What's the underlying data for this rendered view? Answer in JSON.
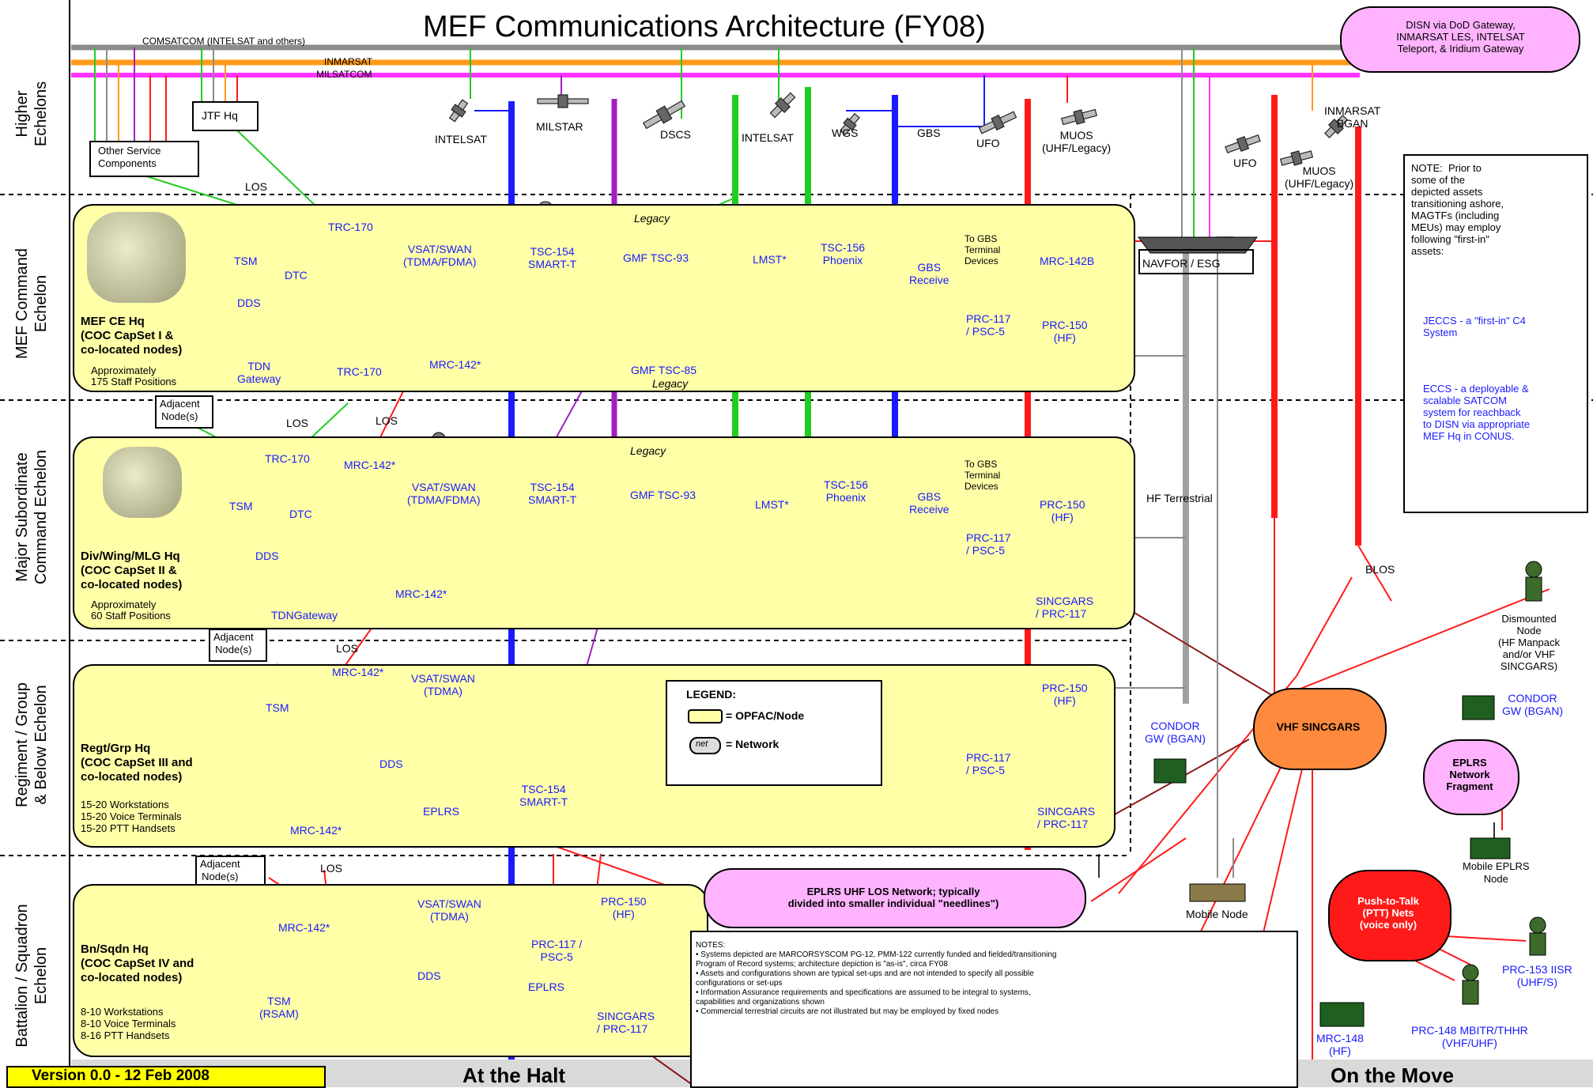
{
  "title": "MEF Communications Architecture (FY08)",
  "version": "Version 0.0 - 12 Feb 2008",
  "bottom_left_label": "At the Halt",
  "bottom_right_label": "On the Move",
  "echelons": {
    "higher": "Higher\nEchelons",
    "mef": "MEF Command\nEchelon",
    "msc": "Major Subordinate\nCommand Echelon",
    "regiment": "Regiment / Group\n& Below Echelon",
    "battalion": "Battalion / Squadron\nEchelon"
  },
  "satcom_lines": {
    "comsatcom": "COMSATCOM (INTELSAT and others)",
    "inmarsat": "INMARSAT",
    "milsatcom": "MILSATCOM"
  },
  "disn_cloud": "DISN via DoD Gateway,\nINMARSAT LES, INTELSAT\nTeleport, & Iridium Gateway",
  "satellites": {
    "intelsat1": "INTELSAT",
    "milstar": "MILSTAR",
    "dscs": "DSCS",
    "intelsat2": "INTELSAT",
    "wgs": "WGS",
    "gbs": "GBS",
    "ufo1": "UFO",
    "muos1": "MUOS\n(UHF/Legacy)",
    "inmarsat_bgan": "INMARSAT\nBGAN",
    "ufo2": "UFO",
    "muos2": "MUOS\n(UHF/Legacy)"
  },
  "higher_boxes": {
    "jtf": "JTF Hq",
    "other_service": "Other Service\nComponents"
  },
  "los": {
    "los1": "LOS",
    "los2": "LOS",
    "los3": "LOS",
    "los4": "LOS",
    "los5": "LOS"
  },
  "mef": {
    "hq": "MEF CE Hq\n(COC CapSet I &\nco-located nodes)",
    "staff": "Approximately\n175 Staff Positions",
    "tsm": "TSM",
    "dtc": "DTC",
    "dds": "DDS",
    "tdn": "TDN\nGateway",
    "trc170a": "TRC-170",
    "trc170b": "TRC-170",
    "vsat": "VSAT/SWAN\n(TDMA/FDMA)",
    "mrc142": "MRC-142*",
    "tsc154": "TSC-154\nSMART-T",
    "legacy1": "Legacy",
    "gmf1": "GMF TSC-93",
    "lmst": "LMST*",
    "tsc156": "TSC-156\nPhoenix",
    "gbs": "GBS\nReceive",
    "to_gbs": "To GBS\nTerminal\nDevices",
    "mrc142b": "MRC-142B",
    "gmf2": "GMF TSC-85",
    "legacy2": "Legacy",
    "prc117": "PRC-117\n/ PSC-5",
    "prc150": "PRC-150\n(HF)"
  },
  "adjacent1": "Adjacent\nNode(s)",
  "msc": {
    "hq": "Div/Wing/MLG Hq\n(COC CapSet II &\nco-located nodes)",
    "staff": "Approximately\n60 Staff Positions",
    "trc170": "TRC-170",
    "mrc142a": "MRC-142*",
    "vsat": "VSAT/SWAN\n(TDMA/FDMA)",
    "tsc154": "TSC-154\nSMART-T",
    "legacy": "Legacy",
    "gmf": "GMF TSC-93",
    "lmst": "LMST*",
    "tsc156": "TSC-156\nPhoenix",
    "gbs": "GBS\nReceive",
    "to_gbs": "To GBS\nTerminal\nDevices",
    "tsm": "TSM",
    "dtc": "DTC",
    "dds": "DDS",
    "tdn": "TDNGateway",
    "mrc142b": "MRC-142*",
    "prc150": "PRC-150\n(HF)",
    "prc117": "PRC-117\n/ PSC-5",
    "sincgars": "SINCGARS\n/ PRC-117"
  },
  "adjacent2": "Adjacent\nNode(s)",
  "reg": {
    "hq": "Regt/Grp Hq\n(COC CapSet III and\nco-located nodes)",
    "counts": "15-20 Workstations\n15-20 Voice Terminals\n15-20 PTT Handsets",
    "mrc142a": "MRC-142*",
    "vsat": "VSAT/SWAN\n(TDMA)",
    "tsm": "TSM",
    "dds": "DDS",
    "tsc154": "TSC-154\nSMART-T",
    "mrc142b": "MRC-142*",
    "eplrs": "EPLRS",
    "prc150": "PRC-150\n(HF)",
    "prc117": "PRC-117\n/ PSC-5",
    "sincgars": "SINCGARS\n/ PRC-117"
  },
  "legend": {
    "title": "LEGEND:",
    "opfac": "= OPFAC/Node",
    "net": "= Network",
    "net_icon": "net"
  },
  "adjacent3": "Adjacent\nNode(s)",
  "bn": {
    "hq": "Bn/Sqdn Hq\n(COC CapSet IV and\nco-located nodes)",
    "counts": "8-10 Workstations\n8-10 Voice Terminals\n8-16 PTT Handsets",
    "mrc142": "MRC-142*",
    "vsat": "VSAT/SWAN\n(TDMA)",
    "tsm": "TSM\n(RSAM)",
    "dds": "DDS",
    "prc117": "PRC-117 /\nPSC-5",
    "eplrs": "EPLRS",
    "prc150": "PRC-150\n(HF)",
    "sincgars": "SINCGARS\n/ PRC-117"
  },
  "eplrs_cloud": "EPLRS UHF LOS Network; typically\ndivided into smaller individual \"needlines\")",
  "notes": "NOTES:\n• Systems depicted are MARCORSYSCOM PG-12, PMM-122 currently funded and fielded/transitioning\nProgram of Record systems; architecture depiction is \"as-is\", circa FY08\n• Assets and configurations shown are typical set-ups and are not intended to specify all possible\nconfigurations or set-ups\n• Information Assurance requirements and specifications are assumed to be integral to systems,\ncapabilities and organizations shown\n• Commercial terrestrial circuits are not illustrated but may be employed by fixed nodes",
  "navfor": "NAVFOR / ESG",
  "hf_terrestrial": "HF Terrestrial",
  "blos": "BLOS",
  "condor1": "CONDOR\nGW (BGAN)",
  "condor2": "CONDOR\nGW (BGAN)",
  "vhf_cloud": "VHF SINCGARS",
  "mobile_node": "Mobile Node",
  "dismounted": "Dismounted\nNode\n(HF Manpack\nand/or VHF\nSINCGARS)",
  "eplrs_fragment": "EPLRS\nNetwork\nFragment",
  "mobile_eplrs": "Mobile EPLRS\nNode",
  "ptt_cloud": "Push-to-Talk\n(PTT) Nets\n(voice only)",
  "mrc148": "MRC-148\n(HF)",
  "prc148": "PRC-148 MBITR/THHR\n(VHF/UHF)",
  "prc153": "PRC-153 IISR\n(UHF/S)",
  "note_right": {
    "text": "NOTE:  Prior to\nsome of the\ndepicted assets\ntransitioning ashore,\nMAGTFs (including\nMEUs) may employ\nfollowing \"first-in\"\nassets:",
    "jeccs": "JECCS - a \"first-in\" C4\nSystem",
    "eccs": "ECCS - a deployable &\nscalable SATCOM\nsystem for reachback\nto DISN via appropriate\nMEF Hq in CONUS."
  },
  "colors": {
    "comsatcom": "#8c8c8c",
    "inmarsat": "#ff9a1a",
    "milsatcom": "#ff33ff",
    "blue_trunk": "#1a1aff",
    "green_trunk": "#22cc22",
    "purple_trunk": "#a020c0",
    "red_trunk": "#ff1a1a",
    "yellow_node": "#ffffa8",
    "pink_cloud": "#ffb3ff",
    "orange_cloud": "#ff8a3d",
    "red_cloud": "#ff1a1a",
    "version_bg": "#ffff00",
    "footer_bg": "#d9d9d9"
  }
}
